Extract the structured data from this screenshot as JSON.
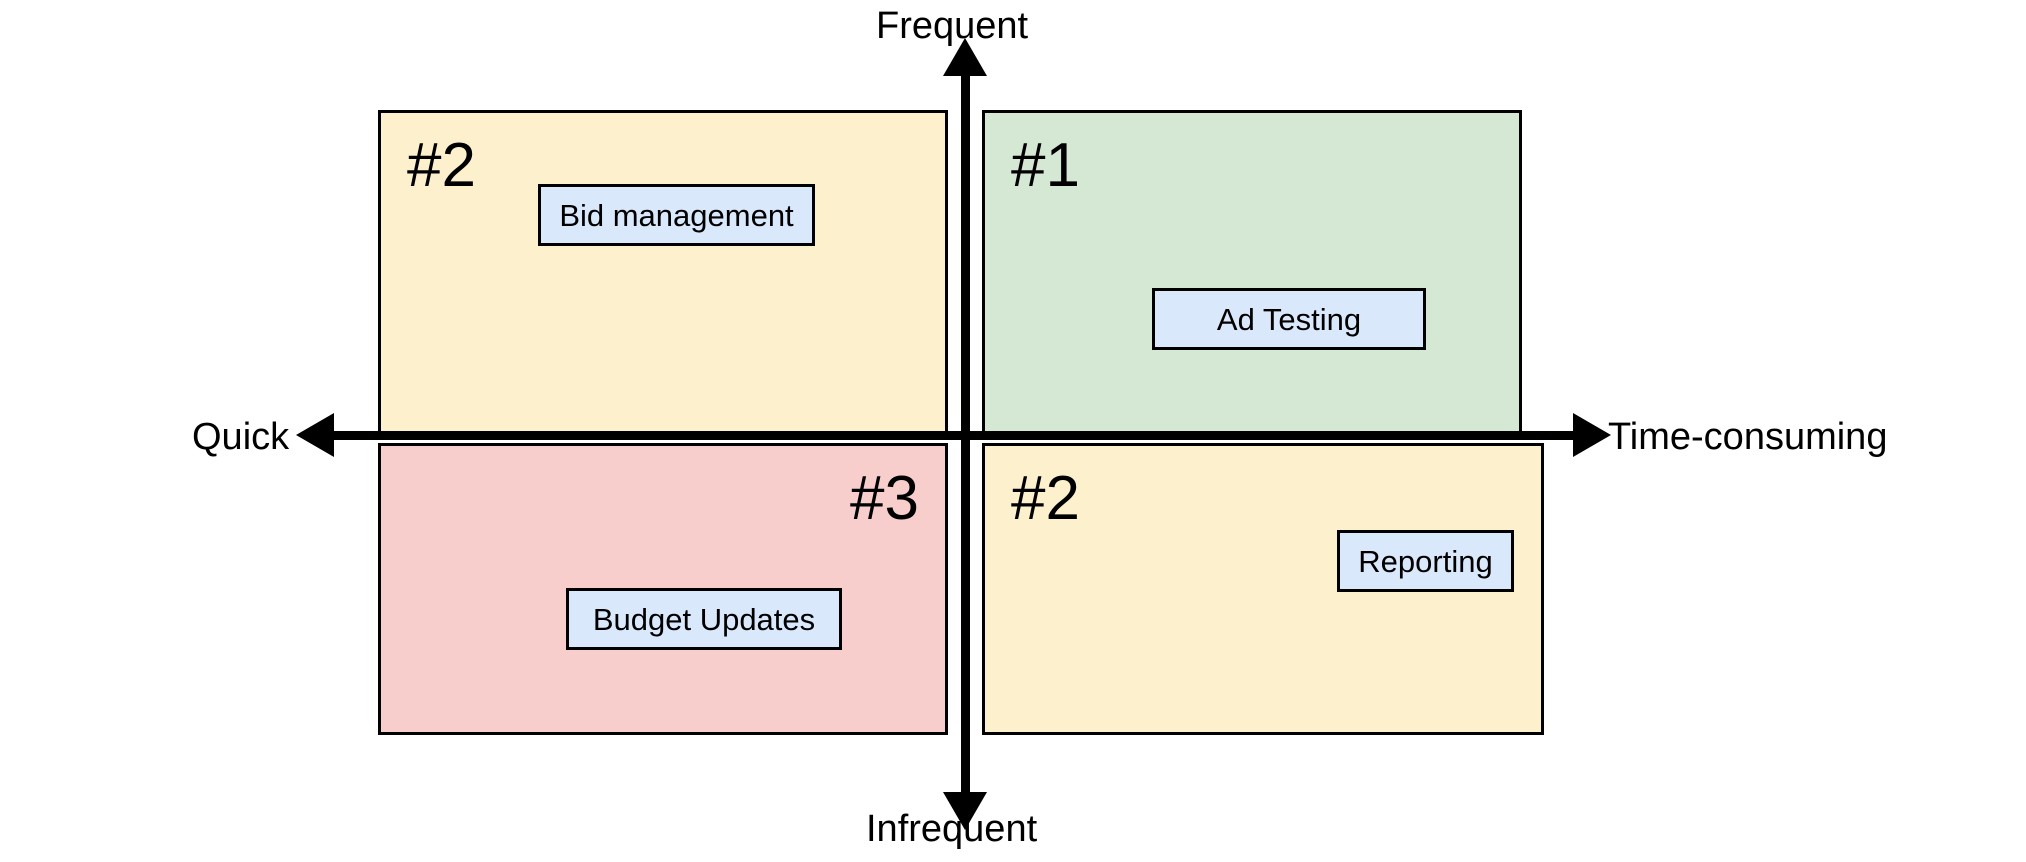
{
  "diagram": {
    "type": "2x2-prioritization-matrix",
    "axes": {
      "vertical": {
        "top_label": "Frequent",
        "bottom_label": "Infrequent"
      },
      "horizontal": {
        "left_label": "Quick",
        "right_label": "Time-consuming"
      }
    },
    "quadrants": [
      {
        "position": "top-left",
        "rank": "#2",
        "rank_align": "left",
        "fill": "#FCF0CD",
        "tasks": [
          "Bid management"
        ]
      },
      {
        "position": "top-right",
        "rank": "#1",
        "rank_align": "left",
        "fill": "#D5E8D4",
        "tasks": [
          "Ad Testing"
        ]
      },
      {
        "position": "bottom-left",
        "rank": "#3",
        "rank_align": "right",
        "fill": "#F8CECC",
        "tasks": [
          "Budget Updates"
        ]
      },
      {
        "position": "bottom-right",
        "rank": "#2",
        "rank_align": "left",
        "fill": "#FCF0CD",
        "tasks": [
          "Reporting"
        ]
      }
    ],
    "colors": {
      "yellow": "#FCF0CD",
      "green": "#D5E8D4",
      "pink": "#F8CECC",
      "task_box": "#DAE8FC",
      "stroke": "#000000",
      "background": "#FFFFFF"
    }
  }
}
